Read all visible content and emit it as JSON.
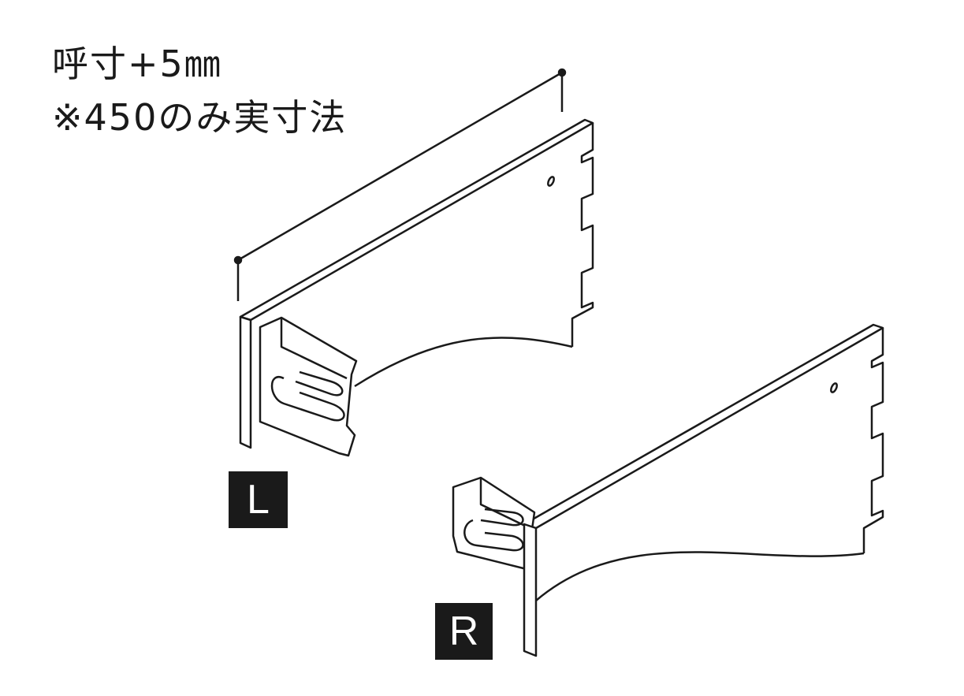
{
  "notes": {
    "dimension": "呼寸+5㎜",
    "footnote": "※450のみ実寸法"
  },
  "labels": {
    "left": "L",
    "right": "R"
  },
  "colors": {
    "line": "#1a1a1a",
    "tag_bg": "#1a1a1a",
    "tag_text": "#ffffff"
  }
}
